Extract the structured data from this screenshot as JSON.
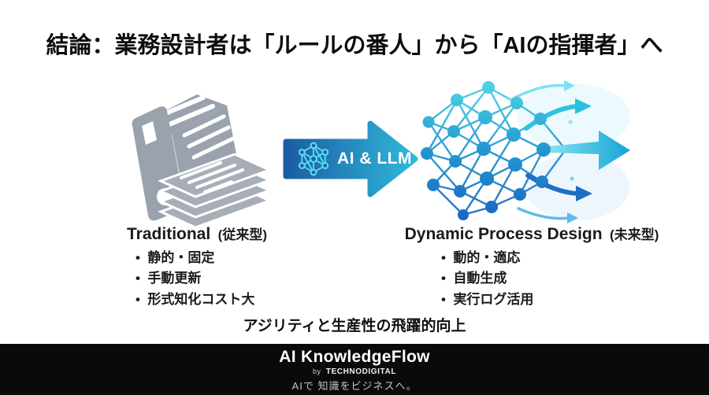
{
  "title": "結論：業務設計者は「ルールの番人」から「AIの指揮者」へ",
  "arrow": {
    "label": "AI & LLM"
  },
  "traditional": {
    "heading": "Traditional",
    "heading_suffix": "(従来型)",
    "bullets": [
      "静的・固定",
      "手動更新",
      "形式知化コスト大"
    ]
  },
  "dynamic": {
    "heading": "Dynamic Process Design",
    "heading_suffix": "(未来型)",
    "bullets": [
      "動的・適応",
      "自動生成",
      "実行ログ活用"
    ]
  },
  "statement": "アジリティと生産性の飛躍的向上",
  "footer": {
    "brand": "AI KnowledgeFlow",
    "byline_prefix": "by",
    "byline_name": "TECHNODIGITAL",
    "tagline": "AIで 知識をビジネスへ。"
  },
  "icons": {
    "left": "binder-documents-icon",
    "arrow_badge": "network-icon",
    "right": "neural-network-flow-icon"
  },
  "colors": {
    "arrow_gradient_start": "#1c5ca4",
    "arrow_gradient_end": "#2fb9da",
    "badge_icon_cyan": "#59e0f2",
    "binder_gray": "#9aa2ae",
    "network_cyan": "#55dce9",
    "network_blue": "#1b5ec0",
    "footer_bg": "#0a0a0a",
    "tagline_gray": "#c2c2c2"
  }
}
